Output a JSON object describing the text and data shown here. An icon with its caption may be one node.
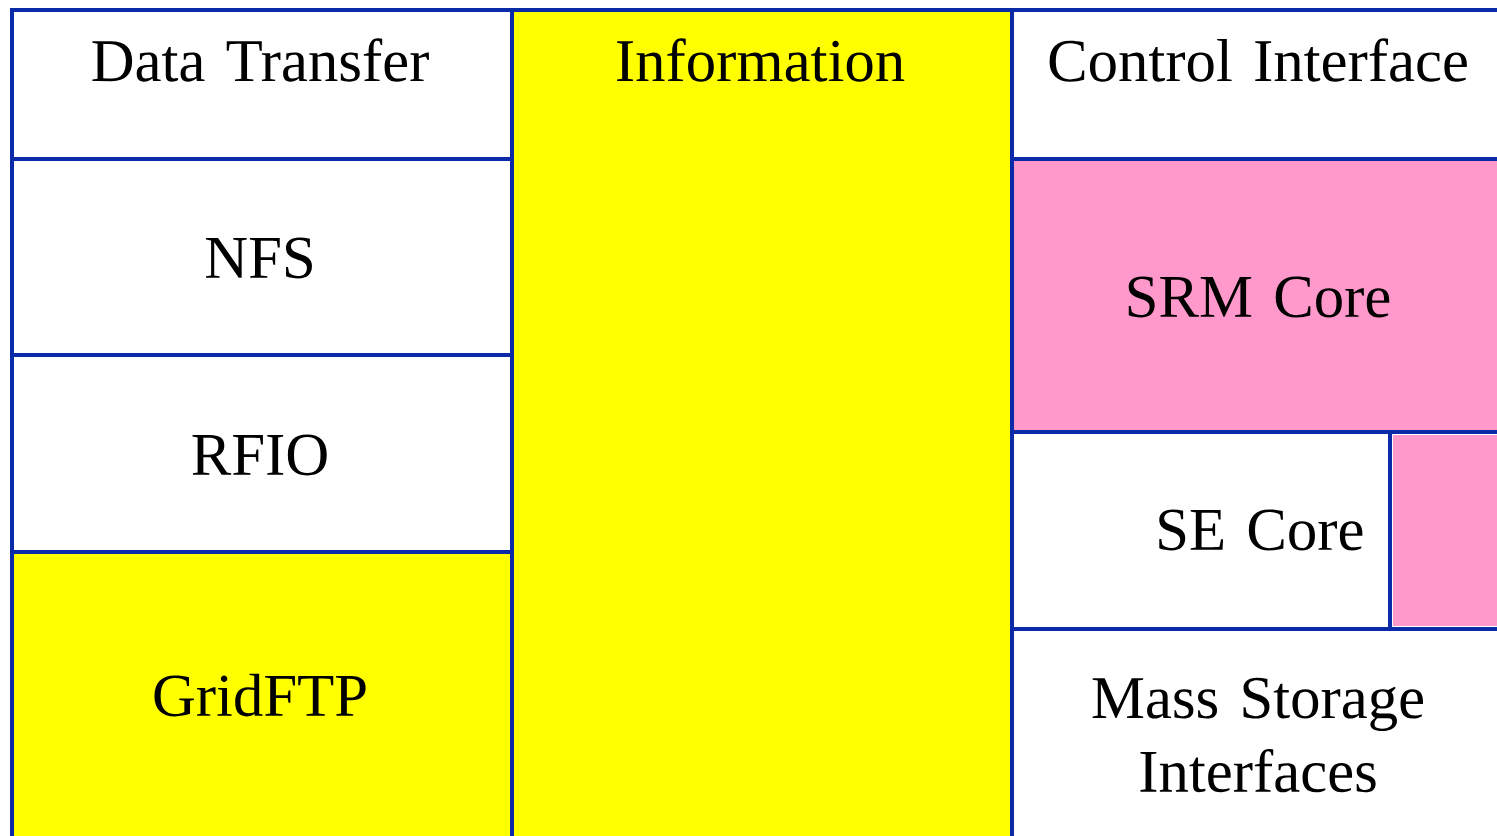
{
  "diagram": {
    "nodes": [
      {
        "text": [
          "Data Transfer"
        ]
      },
      {
        "text": [
          "NFS"
        ]
      },
      {
        "text": [
          "RFIO"
        ]
      },
      {
        "text": [
          "GridFTP"
        ]
      },
      {
        "text": [
          "Information"
        ]
      },
      {
        "text": [
          "Control Interface"
        ]
      },
      {
        "text": [
          "SRM Core"
        ]
      },
      {
        "text": [
          "SE Core"
        ]
      },
      {
        "text": [],
        "shape": "box"
      },
      {
        "text": [
          "Mass Storage Interfaces"
        ]
      }
    ]
  }
}
